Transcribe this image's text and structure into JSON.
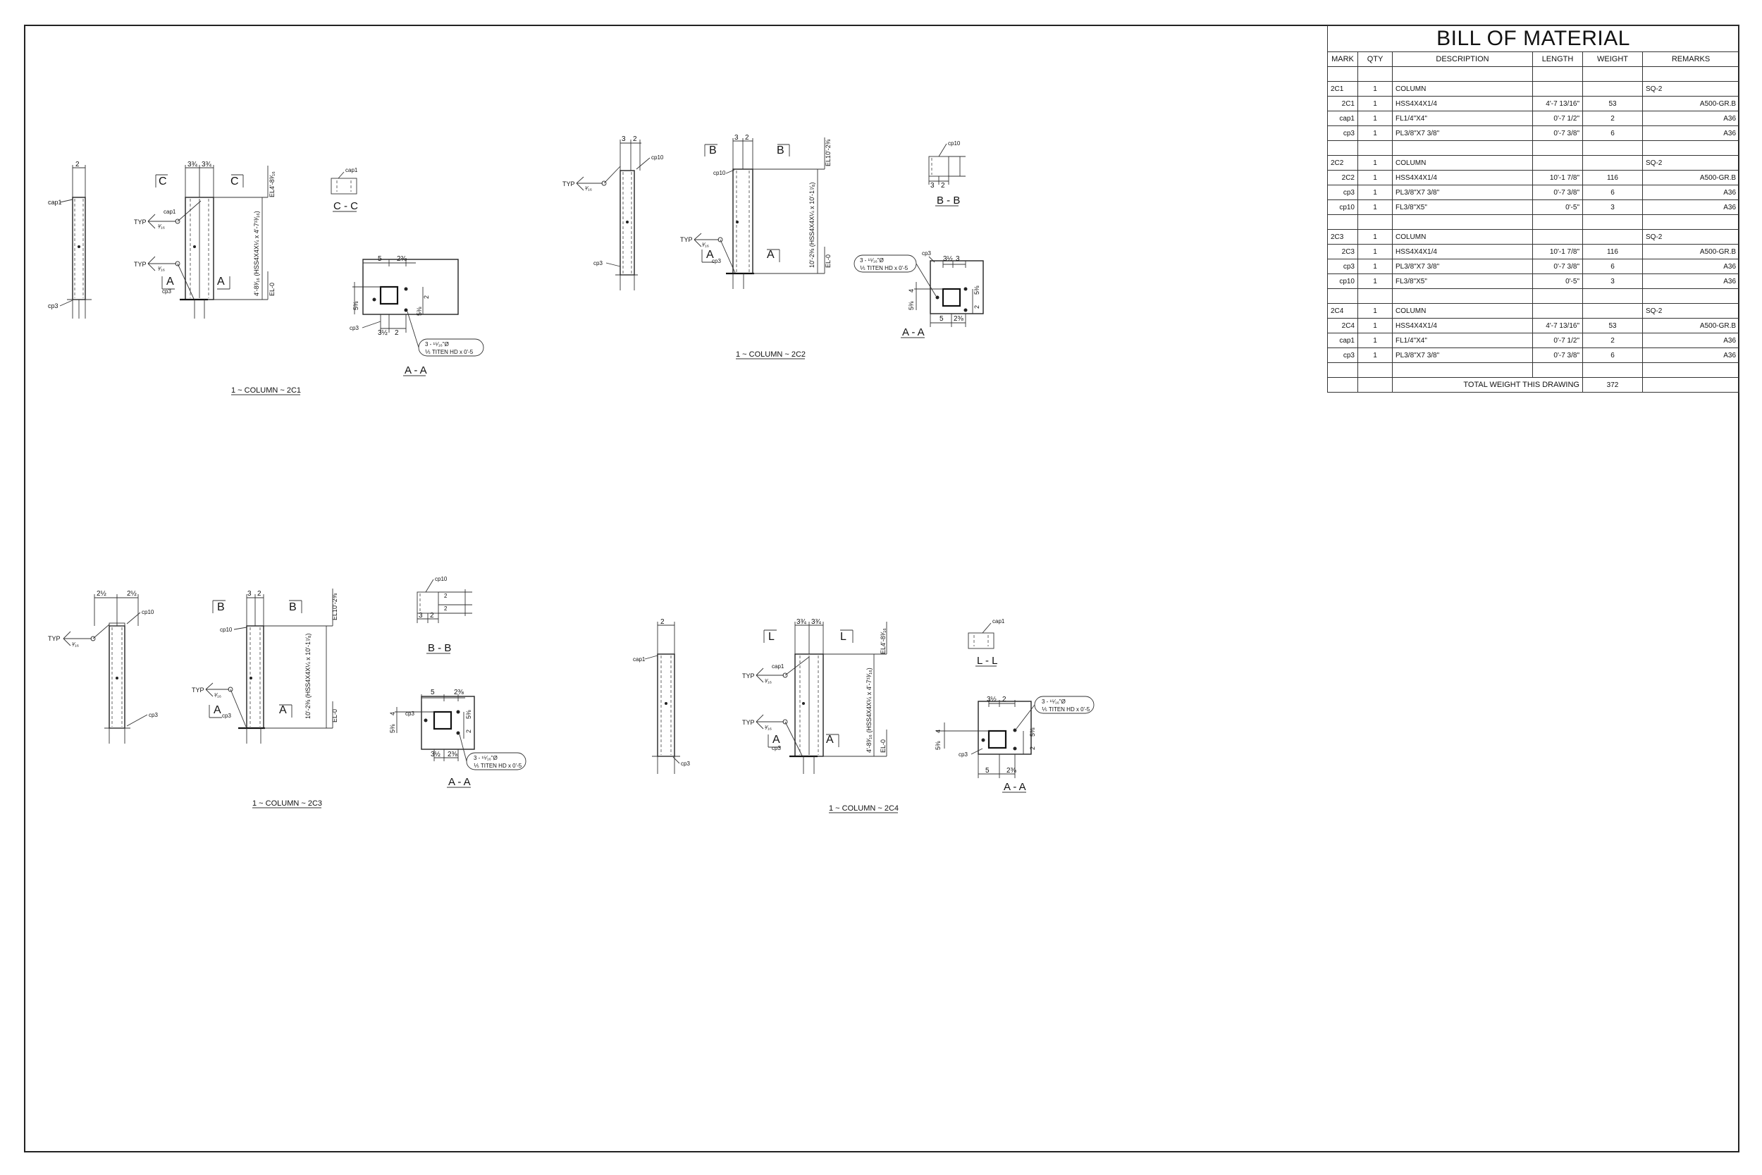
{
  "bom": {
    "title": "BILL OF MATERIAL",
    "headers": [
      "MARK",
      "QTY",
      "DESCRIPTION",
      "LENGTH",
      "WEIGHT",
      "REMARKS"
    ],
    "rows": [
      {
        "mark": "",
        "qty": "",
        "desc": "",
        "length": "",
        "weight": "",
        "remarks": "",
        "main": true
      },
      {
        "mark": "2C1",
        "qty": "1",
        "desc": "COLUMN",
        "length": "",
        "weight": "",
        "remarks": "SQ-2",
        "main": true
      },
      {
        "mark": "2C1",
        "qty": "1",
        "desc": "HSS4X4X1/4",
        "length": "4'-7 13/16\"",
        "weight": "53",
        "remarks": "A500-GR.B"
      },
      {
        "mark": "cap1",
        "qty": "1",
        "desc": "FL1/4\"X4\"",
        "length": "0'-7 1/2\"",
        "weight": "2",
        "remarks": "A36"
      },
      {
        "mark": "cp3",
        "qty": "1",
        "desc": "PL3/8\"X7 3/8\"",
        "length": "0'-7 3/8\"",
        "weight": "6",
        "remarks": "A36"
      },
      {
        "mark": "",
        "qty": "",
        "desc": "",
        "length": "",
        "weight": "",
        "remarks": "",
        "main": true
      },
      {
        "mark": "2C2",
        "qty": "1",
        "desc": "COLUMN",
        "length": "",
        "weight": "",
        "remarks": "SQ-2",
        "main": true
      },
      {
        "mark": "2C2",
        "qty": "1",
        "desc": "HSS4X4X1/4",
        "length": "10'-1 7/8\"",
        "weight": "116",
        "remarks": "A500-GR.B"
      },
      {
        "mark": "cp3",
        "qty": "1",
        "desc": "PL3/8\"X7 3/8\"",
        "length": "0'-7 3/8\"",
        "weight": "6",
        "remarks": "A36"
      },
      {
        "mark": "cp10",
        "qty": "1",
        "desc": "FL3/8\"X5\"",
        "length": "0'-5\"",
        "weight": "3",
        "remarks": "A36"
      },
      {
        "mark": "",
        "qty": "",
        "desc": "",
        "length": "",
        "weight": "",
        "remarks": "",
        "main": true
      },
      {
        "mark": "2C3",
        "qty": "1",
        "desc": "COLUMN",
        "length": "",
        "weight": "",
        "remarks": "SQ-2",
        "main": true
      },
      {
        "mark": "2C3",
        "qty": "1",
        "desc": "HSS4X4X1/4",
        "length": "10'-1 7/8\"",
        "weight": "116",
        "remarks": "A500-GR.B"
      },
      {
        "mark": "cp3",
        "qty": "1",
        "desc": "PL3/8\"X7 3/8\"",
        "length": "0'-7 3/8\"",
        "weight": "6",
        "remarks": "A36"
      },
      {
        "mark": "cp10",
        "qty": "1",
        "desc": "FL3/8\"X5\"",
        "length": "0'-5\"",
        "weight": "3",
        "remarks": "A36"
      },
      {
        "mark": "",
        "qty": "",
        "desc": "",
        "length": "",
        "weight": "",
        "remarks": "",
        "main": true
      },
      {
        "mark": "2C4",
        "qty": "1",
        "desc": "COLUMN",
        "length": "",
        "weight": "",
        "remarks": "SQ-2",
        "main": true
      },
      {
        "mark": "2C4",
        "qty": "1",
        "desc": "HSS4X4X1/4",
        "length": "4'-7 13/16\"",
        "weight": "53",
        "remarks": "A500-GR.B"
      },
      {
        "mark": "cap1",
        "qty": "1",
        "desc": "FL1/4\"X4\"",
        "length": "0'-7 1/2\"",
        "weight": "2",
        "remarks": "A36"
      },
      {
        "mark": "cp3",
        "qty": "1",
        "desc": "PL3/8\"X7 3/8\"",
        "length": "0'-7 3/8\"",
        "weight": "6",
        "remarks": "A36"
      },
      {
        "mark": "",
        "qty": "",
        "desc": "",
        "length": "",
        "weight": "",
        "remarks": "",
        "main": true
      }
    ],
    "total_label": "TOTAL WEIGHT THIS DRAWING",
    "total_weight": "372"
  },
  "drawings": {
    "c1": {
      "title": "1 ~ COLUMN ~ 2C1",
      "elevation": "4'-8³⁄₁₆ (HSS4X4X¼ x 4'-7¹³⁄₁₆)",
      "el_top": "EL4'-8³⁄₁₆",
      "el_bot": "EL-0",
      "cap": "cap1",
      "cp": "cp3",
      "typ": "TYP",
      "weld": "³⁄₁₆",
      "dim_a": "2",
      "dim_b": "3¾",
      "dim_c": "3¾",
      "sec_cut": "C",
      "sec_a": "A",
      "sec_cc": "C - C",
      "sec_aa": "A - A",
      "bolt_note_1": "3 - ¹⁵⁄₁₆\"Ø",
      "bolt_note_2": "⅕ TITEN HD x 0'-5",
      "dim_5": "5",
      "dim_25": "2⅜",
      "dim_35": "3½",
      "dim_2": "2",
      "dim_58": "5⅜"
    },
    "c2": {
      "title": "1 ~ COLUMN ~ 2C2",
      "elevation": "10'-2⅜ (HSS4X4X¼ x 10'-1⁷⁄₈)",
      "el_top": "EL10'-2⅜",
      "el_bot": "EL-0",
      "cap": "cp10",
      "cp": "cp3",
      "typ": "TYP",
      "weld": "³⁄₁₆",
      "dim_a": "3",
      "dim_b": "2",
      "sec_cut": "B",
      "sec_a": "A",
      "sec_bb": "B - B",
      "sec_aa": "A - A",
      "bolt_note_1": "3 - ¹⁵⁄₁₆\"Ø",
      "bolt_note_2": "⅕ TITEN HD x 0'-5",
      "dim_5": "5",
      "dim_25": "2⅜",
      "dim_35": "3½",
      "dim_4": "4",
      "dim_58": "5⅜",
      "dim_2": "2"
    },
    "c3": {
      "title": "1 ~ COLUMN ~ 2C3",
      "elevation": "10'-2⅜ (HSS4X4X¼ x 10'-1⁷⁄₈)",
      "el_top": "EL10'-2⅜",
      "el_bot": "EL-0",
      "cap": "cp10",
      "cp": "cp3",
      "typ": "TYP",
      "weld": "³⁄₁₆",
      "dim_a": "2½",
      "dim_b": "2½",
      "dim_c": "3",
      "dim_d": "2",
      "sec_cut": "B",
      "sec_a": "A",
      "sec_bb": "B - B",
      "sec_aa": "A - A",
      "bolt_note_1": "3 - ¹⁵⁄₁₆\"Ø",
      "bolt_note_2": "⅕ TITEN HD x 0'-5",
      "dim_5": "5",
      "dim_25": "2⅜",
      "dim_35": "3½",
      "dim_4": "4",
      "dim_58": "5⅜",
      "dim_2": "2"
    },
    "c4": {
      "title": "1 ~ COLUMN ~ 2C4",
      "elevation": "4'-8³⁄₁₆ (HSS4X4X¼ x 4'-7¹³⁄₁₆)",
      "el_top": "EL4'-8³⁄₁₆",
      "el_bot": "EL-0",
      "cap": "cap1",
      "cp": "cp3",
      "typ": "TYP",
      "weld": "³⁄₁₆",
      "dim_a": "2",
      "dim_b": "3¾",
      "dim_c": "3¾",
      "sec_cut": "L",
      "sec_a": "A",
      "sec_ll": "L - L",
      "sec_aa": "A - A",
      "bolt_note_1": "3 - ¹⁵⁄₁₆\"Ø",
      "bolt_note_2": "⅕ TITEN HD x 0'-5",
      "dim_5": "5",
      "dim_25": "2⅜",
      "dim_35": "3½",
      "dim_4": "4",
      "dim_58": "5⅜",
      "dim_2": "2"
    }
  }
}
